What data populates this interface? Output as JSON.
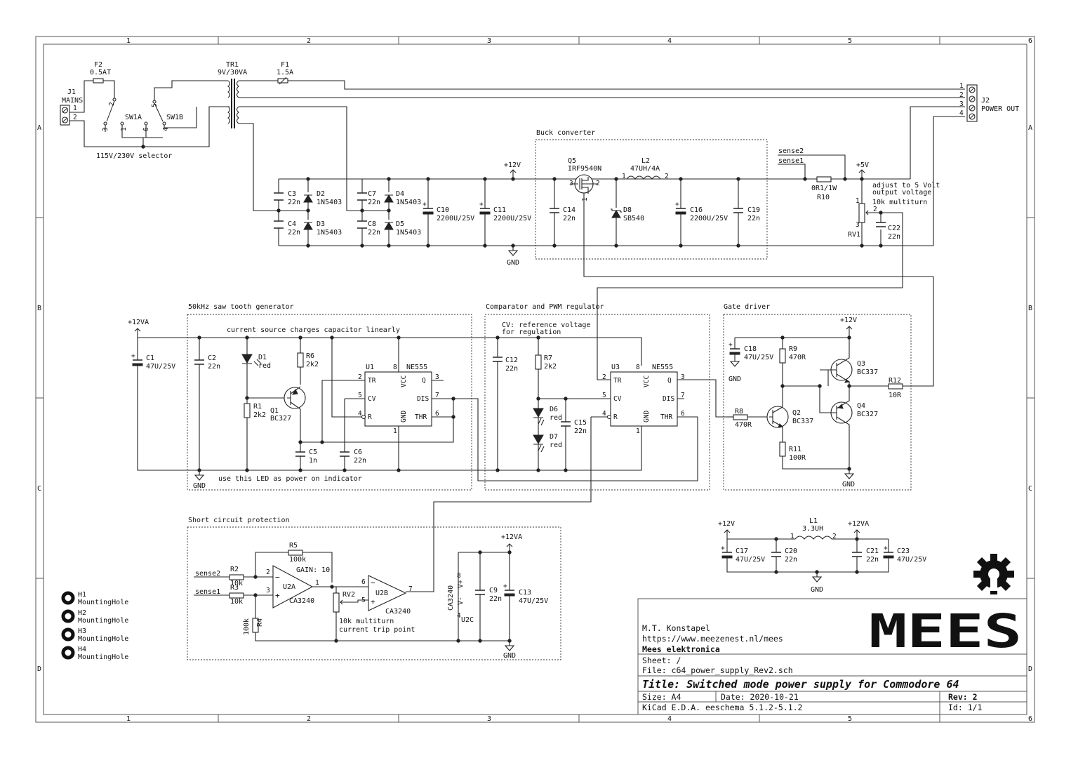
{
  "frame": {
    "col_markers": [
      "1",
      "2",
      "3",
      "4",
      "5",
      "6"
    ],
    "row_markers": [
      "A",
      "B",
      "C",
      "D"
    ]
  },
  "sections": {
    "buck": "Buck converter",
    "saw": "50kHz saw tooth generator",
    "comp": "Comparator and PWM regulator",
    "gate": "Gate driver",
    "short": "Short circuit protection"
  },
  "notes": {
    "selector": "115V/230V selector",
    "adjust1": "adjust to 5 Volt",
    "adjust2": "output voltage",
    "adjust3": "10k multiturn",
    "current_source": "current source charges capacitor linearly",
    "cv_ref1": "CV: reference voltage",
    "cv_ref2": "for regulation",
    "led_note": "use this LED as power on indicator",
    "gain": "GAIN: 10",
    "rv2_note1": "10k multiturn",
    "rv2_note2": "current trip point"
  },
  "nets": {
    "p12v": "+12V",
    "p12va": "+12VA",
    "p5v": "+5V",
    "gnd": "GND",
    "sense1": "sense1",
    "sense2": "sense2"
  },
  "components": {
    "J1": {
      "ref": "J1",
      "value": "MAINS",
      "pin1": "1",
      "pin2": "2"
    },
    "F2": {
      "ref": "F2",
      "value": "0.5AT"
    },
    "TR1": {
      "ref": "TR1",
      "value": "9V/30VA"
    },
    "F1": {
      "ref": "F1",
      "value": "1.5A"
    },
    "SW1A": {
      "ref": "SW1A",
      "p1": "1",
      "p2": "2",
      "p3": "3"
    },
    "SW1B": {
      "ref": "SW1B",
      "p4": "4",
      "p5": "5",
      "p6": "6"
    },
    "J2": {
      "ref": "J2",
      "value": "POWER OUT",
      "pins": [
        "1",
        "2",
        "3",
        "4"
      ]
    },
    "C3": {
      "ref": "C3",
      "value": "22n"
    },
    "C4": {
      "ref": "C4",
      "value": "22n"
    },
    "D2": {
      "ref": "D2",
      "value": "1N5403"
    },
    "D3": {
      "ref": "D3",
      "value": "1N5403"
    },
    "C7": {
      "ref": "C7",
      "value": "22n"
    },
    "C8": {
      "ref": "C8",
      "value": "22n"
    },
    "D4": {
      "ref": "D4",
      "value": "1N5403"
    },
    "D5": {
      "ref": "D5",
      "value": "1N5403"
    },
    "C10": {
      "ref": "C10",
      "value": "2200U/25V"
    },
    "C11": {
      "ref": "C11",
      "value": "2200U/25V"
    },
    "Q5": {
      "ref": "Q5",
      "value": "IRF9540N",
      "p1": "1",
      "p2": "2",
      "p3": "3"
    },
    "L2": {
      "ref": "L2",
      "value": "47UH/4A",
      "p1": "1",
      "p2": "2"
    },
    "C14": {
      "ref": "C14",
      "value": "22n"
    },
    "D8": {
      "ref": "D8",
      "value": "SB540"
    },
    "C16": {
      "ref": "C16",
      "value": "2200U/25V"
    },
    "C19": {
      "ref": "C19",
      "value": "22n"
    },
    "R10": {
      "ref": "R10",
      "value": "0R1/1W"
    },
    "RV1": {
      "ref": "RV1",
      "p1": "1",
      "p2": "2",
      "p3": "3"
    },
    "C22": {
      "ref": "C22",
      "value": "22n"
    },
    "C1": {
      "ref": "C1",
      "value": "47U/25V"
    },
    "C2": {
      "ref": "C2",
      "value": "22n"
    },
    "D1": {
      "ref": "D1",
      "value": "red"
    },
    "R6": {
      "ref": "R6",
      "value": "2k2"
    },
    "R1": {
      "ref": "R1",
      "value": "2k2"
    },
    "Q1": {
      "ref": "Q1",
      "value": "BC327"
    },
    "C5": {
      "ref": "C5",
      "value": "1n"
    },
    "C6": {
      "ref": "C6",
      "value": "22n"
    },
    "U1": {
      "ref": "U1",
      "value": "NE555",
      "pins": {
        "TR": "TR",
        "CV": "CV",
        "R": "R",
        "VCC": "VCC",
        "GND": "GND",
        "Q": "Q",
        "DIS": "DIS",
        "THR": "THR"
      },
      "nums": [
        "2",
        "5",
        "4",
        "8",
        "1",
        "3",
        "7",
        "6"
      ]
    },
    "C12": {
      "ref": "C12",
      "value": "22n"
    },
    "R7": {
      "ref": "R7",
      "value": "2k2"
    },
    "D6": {
      "ref": "D6",
      "value": "red"
    },
    "D7": {
      "ref": "D7",
      "value": "red"
    },
    "C15": {
      "ref": "C15",
      "value": "22n"
    },
    "U3": {
      "ref": "U3",
      "value": "NE555"
    },
    "C18": {
      "ref": "C18",
      "value": "47U/25V"
    },
    "R9": {
      "ref": "R9",
      "value": "470R"
    },
    "Q3": {
      "ref": "Q3",
      "value": "BC337"
    },
    "Q4": {
      "ref": "Q4",
      "value": "BC327"
    },
    "R12": {
      "ref": "R12",
      "value": "10R"
    },
    "R8": {
      "ref": "R8",
      "value": "470R"
    },
    "Q2": {
      "ref": "Q2",
      "value": "BC337"
    },
    "R11": {
      "ref": "R11",
      "value": "100R"
    },
    "R5": {
      "ref": "R5",
      "value": "100k"
    },
    "R2": {
      "ref": "R2",
      "value": "10k"
    },
    "R3": {
      "ref": "R3",
      "value": "10k"
    },
    "R4": {
      "ref": "R4",
      "value": "100k"
    },
    "U2A": {
      "ref": "U2A",
      "value": "CA3240"
    },
    "U2B": {
      "ref": "U2B",
      "value": "CA3240"
    },
    "U2C": {
      "ref": "U2C",
      "value": "CA3240",
      "vm": "V-",
      "vp": "V+"
    },
    "RV2": {
      "ref": "RV2"
    },
    "C9": {
      "ref": "C9",
      "value": "22n"
    },
    "C13": {
      "ref": "C13",
      "value": "47U/25V"
    },
    "L1": {
      "ref": "L1",
      "value": "3.3UH"
    },
    "C17": {
      "ref": "C17",
      "value": "47U/25V"
    },
    "C20": {
      "ref": "C20",
      "value": "22n"
    },
    "C21": {
      "ref": "C21",
      "value": "22n"
    },
    "C23": {
      "ref": "C23",
      "value": "47U/25V"
    }
  },
  "mounting_holes": [
    {
      "ref": "H1",
      "value": "MountingHole"
    },
    {
      "ref": "H2",
      "value": "MountingHole"
    },
    {
      "ref": "H3",
      "value": "MountingHole"
    },
    {
      "ref": "H4",
      "value": "MountingHole"
    }
  ],
  "title_block": {
    "author": "M.T. Konstapel",
    "url": "https://www.meezenest.nl/mees",
    "company": "Mees elektronica",
    "sheet": "Sheet: /",
    "file": "File: c64_power_supply_Rev2.sch",
    "title": "Title: Switched mode power supply for Commodore 64",
    "size": "Size: A4",
    "date": "Date: 2020-10-21",
    "rev": "Rev: 2",
    "tool": "KiCad E.D.A.  eeschema 5.1.2-5.1.2",
    "id": "Id: 1/1",
    "logo": "MEES"
  }
}
